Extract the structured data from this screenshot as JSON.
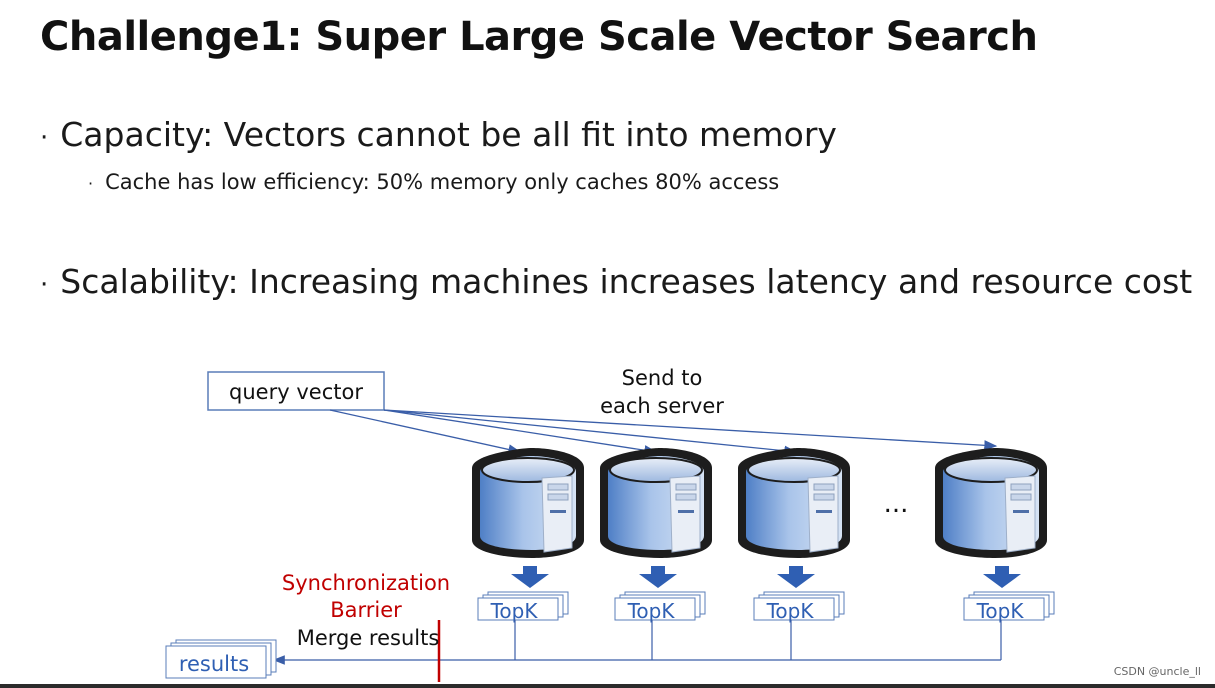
{
  "slide": {
    "title": "Challenge1: Super Large Scale Vector Search",
    "bullets": [
      {
        "bullet_char": "·",
        "text": "Capacity: Vectors cannot be all fit into memory",
        "sub": {
          "bullet_char": "·",
          "text": "Cache has low efficiency: 50% memory only caches 80% access"
        }
      },
      {
        "bullet_char": "·",
        "text": "Scalability: Increasing machines increases latency and resource cost"
      }
    ]
  },
  "diagram": {
    "query_label": "query vector",
    "send_label_line1": "Send to",
    "send_label_line2": "each server",
    "ellipsis": "...",
    "topk_labels": [
      "TopK",
      "TopK",
      "TopK",
      "TopK"
    ],
    "sync_line1": "Synchronization",
    "sync_line2": "Barrier",
    "merge_label": "Merge results",
    "results_label": "results",
    "colors": {
      "arrow": "#3a5ea8",
      "barrier": "#c00000",
      "server_blue": "#6f97d2",
      "server_edge": "#1a1a1a",
      "topk_arrow": "#2f5fb3"
    }
  },
  "watermark": "CSDN @uncle_ll"
}
